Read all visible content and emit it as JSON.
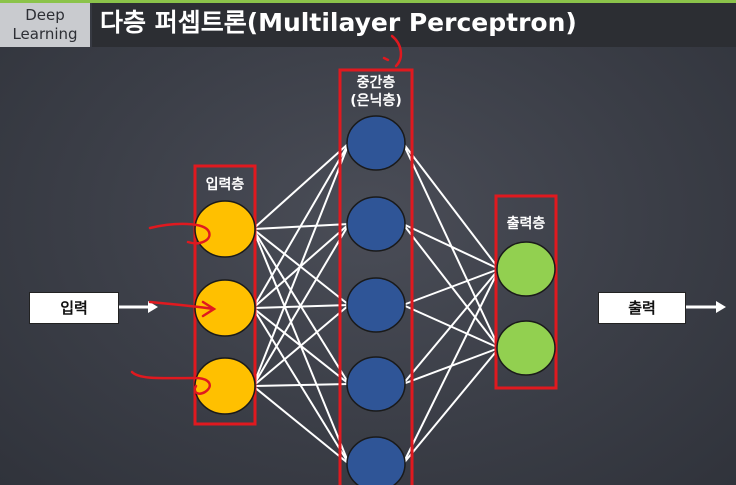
{
  "badge": {
    "line1": "Deep",
    "line2": "Learning"
  },
  "title": "다층 퍼셉트론(Multilayer Perceptron)",
  "labels": {
    "input_layer": "입력층",
    "hidden_layer_line1": "중간층",
    "hidden_layer_line2": "(은닉층)",
    "output_layer": "출력층"
  },
  "io": {
    "input": "입력",
    "output": "출력"
  },
  "colors": {
    "input_node": "#ffc000",
    "hidden_node": "#2f5597",
    "output_node": "#92d050",
    "highlight_box": "#e0191f",
    "edge": "#ffffff",
    "background": "#3b3e47"
  },
  "network": {
    "input_nodes": 3,
    "hidden_nodes": 5,
    "output_nodes": 2
  }
}
